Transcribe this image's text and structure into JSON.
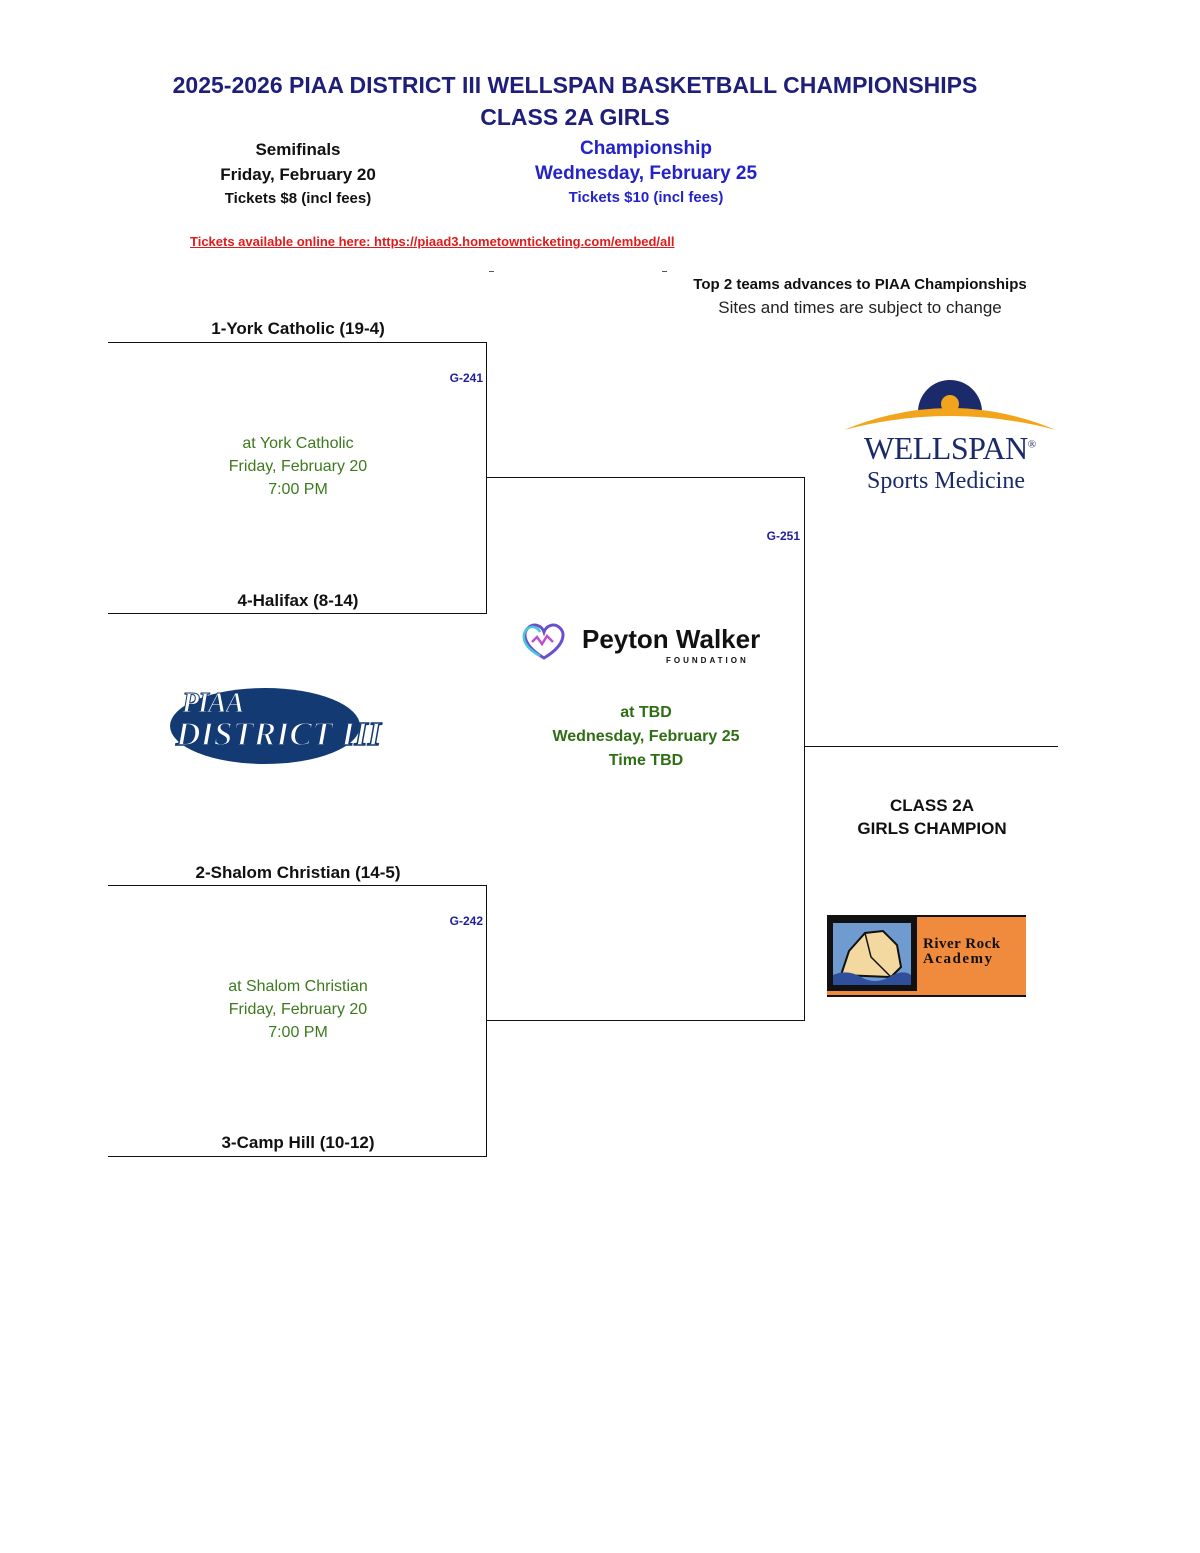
{
  "header": {
    "title_line1": "2025-2026 PIAA DISTRICT III WELLSPAN BASKETBALL CHAMPIONSHIPS",
    "title_line2": "CLASS 2A GIRLS",
    "semifinals": {
      "label": "Semifinals",
      "date": "Friday, February 20",
      "tickets": "Tickets $8 (incl fees)"
    },
    "championship": {
      "label": "Championship",
      "date": "Wednesday, February 25",
      "tickets": "Tickets $10 (incl fees)"
    },
    "tickets_link": "Tickets available online here: https://piaad3.hometownticketing.com/embed/all",
    "note_bold": "Top 2 teams advances to PIAA Championships",
    "note": "Sites and times are subject to change"
  },
  "semifinal_1": {
    "team_top": "1-York Catholic (19-4)",
    "team_bottom": "4-Halifax (8-14)",
    "game_id": "G-241",
    "venue": "at York Catholic",
    "date": "Friday, February 20",
    "time": "7:00 PM"
  },
  "semifinal_2": {
    "team_top": "2-Shalom Christian (14-5)",
    "team_bottom": "3-Camp Hill (10-12)",
    "game_id": "G-242",
    "venue": "at Shalom Christian",
    "date": "Friday, February 20",
    "time": "7:00 PM"
  },
  "final": {
    "game_id": "G-251",
    "venue": "at TBD",
    "date": "Wednesday, February 25",
    "time": "Time TBD"
  },
  "champion": {
    "line1": "CLASS 2A",
    "line2": "GIRLS CHAMPION"
  },
  "logos": {
    "wellspan_name": "WELLSPAN",
    "wellspan_reg": "®",
    "wellspan_sub": "Sports Medicine",
    "peyton_name": "Peyton Walker",
    "peyton_sub": "FOUNDATION",
    "piaa_top": "PIAA",
    "piaa_bottom": "DISTRICT III",
    "river_rock_line1": "River Rock",
    "river_rock_line2": "Academy"
  },
  "colors": {
    "title_navy": "#1f1f7a",
    "header_blue": "#2323c8",
    "link_red": "#e01b1b",
    "venue_green": "#3d7a1e",
    "wellspan_navy": "#1b2a6b",
    "wellspan_orange": "#f2a51c",
    "river_rock_orange": "#f08a3c"
  }
}
